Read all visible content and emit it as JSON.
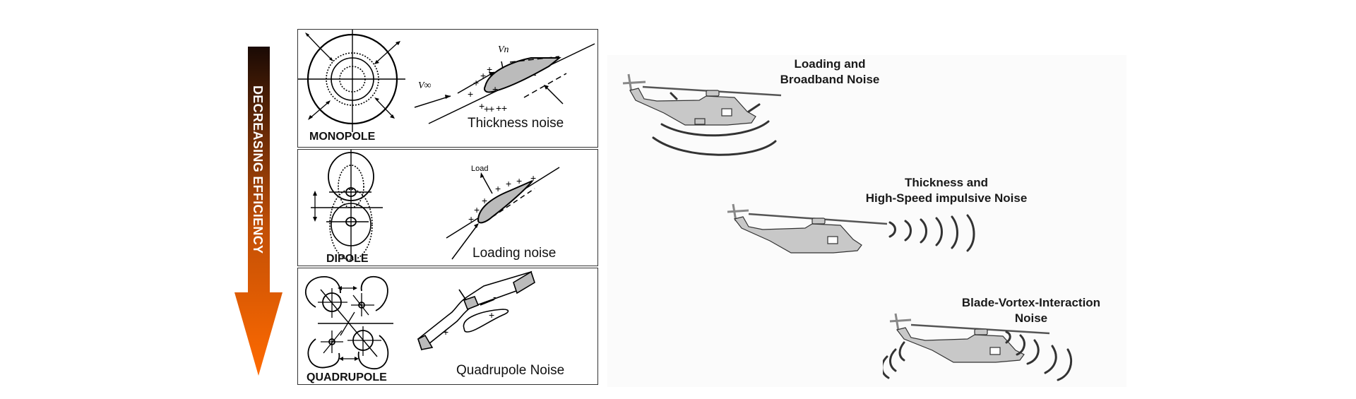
{
  "efficiency_arrow": {
    "label": "DECREASING EFFICIENCY",
    "gradient_top": "#1a0a05",
    "gradient_bottom": "#ff6a00"
  },
  "sources": [
    {
      "pole": "MONOPOLE",
      "noise": "Thickness noise",
      "annotations": {
        "v_inf": "V∞",
        "v_n": "Vn",
        "plus": "+",
        "minus": "-"
      }
    },
    {
      "pole": "DIPOLE",
      "noise": "Loading noise",
      "annotations": {
        "load": "Load",
        "plus": "+"
      }
    },
    {
      "pole": "QUADRUPOLE",
      "noise": "Quadrupole Noise",
      "annotations": {
        "plus": "+",
        "minus": "-"
      }
    }
  ],
  "helicopters": [
    {
      "caption_line1": "Loading and",
      "caption_line2": "Broadband Noise"
    },
    {
      "caption_line1": "Thickness and",
      "caption_line2": "High-Speed impulsive Noise"
    },
    {
      "caption_line1": "Blade-Vortex-Interaction",
      "caption_line2": "Noise"
    }
  ]
}
